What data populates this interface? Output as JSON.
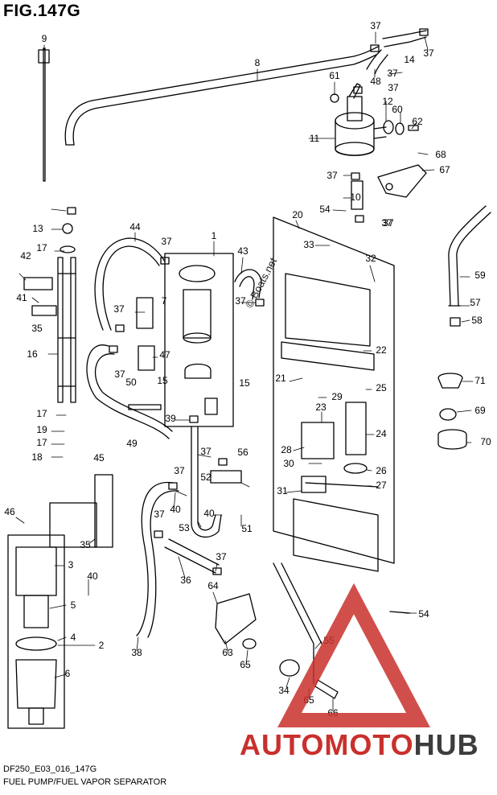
{
  "figure": {
    "title": "FIG.147G",
    "code": "DF250_E03_016_147G",
    "description": "FUEL PUMP/FUEL VAPOR SEPARATOR"
  },
  "watermark": "© Boats.net",
  "logo": {
    "part1": "AUTOMOTO",
    "part2": "HUB",
    "accent_color": "#c9302c",
    "dark_color": "#3d3d3d"
  },
  "callouts": [
    {
      "n": "9"
    },
    {
      "n": "8"
    },
    {
      "n": "37"
    },
    {
      "n": "48"
    },
    {
      "n": "14"
    },
    {
      "n": "37"
    },
    {
      "n": "37"
    },
    {
      "n": "61"
    },
    {
      "n": "37"
    },
    {
      "n": "12"
    },
    {
      "n": "60"
    },
    {
      "n": "62"
    },
    {
      "n": "11"
    },
    {
      "n": "68"
    },
    {
      "n": "37"
    },
    {
      "n": "67"
    },
    {
      "n": "37"
    },
    {
      "n": "10"
    },
    {
      "n": "54"
    },
    {
      "n": "37"
    },
    {
      "n": "20"
    },
    {
      "n": "13"
    },
    {
      "n": "44"
    },
    {
      "n": "1"
    },
    {
      "n": "37"
    },
    {
      "n": "43"
    },
    {
      "n": "33"
    },
    {
      "n": "17"
    },
    {
      "n": "42"
    },
    {
      "n": "32"
    },
    {
      "n": "59"
    },
    {
      "n": "41"
    },
    {
      "n": "37"
    },
    {
      "n": "7"
    },
    {
      "n": "37"
    },
    {
      "n": "57"
    },
    {
      "n": "35"
    },
    {
      "n": "58"
    },
    {
      "n": "16"
    },
    {
      "n": "47"
    },
    {
      "n": "22"
    },
    {
      "n": "37"
    },
    {
      "n": "21"
    },
    {
      "n": "71"
    },
    {
      "n": "50"
    },
    {
      "n": "15"
    },
    {
      "n": "15"
    },
    {
      "n": "25"
    },
    {
      "n": "29"
    },
    {
      "n": "17"
    },
    {
      "n": "39"
    },
    {
      "n": "23"
    },
    {
      "n": "69"
    },
    {
      "n": "19"
    },
    {
      "n": "49"
    },
    {
      "n": "24"
    },
    {
      "n": "17"
    },
    {
      "n": "28"
    },
    {
      "n": "70"
    },
    {
      "n": "18"
    },
    {
      "n": "37"
    },
    {
      "n": "56"
    },
    {
      "n": "30"
    },
    {
      "n": "45"
    },
    {
      "n": "26"
    },
    {
      "n": "37"
    },
    {
      "n": "52"
    },
    {
      "n": "40"
    },
    {
      "n": "31"
    },
    {
      "n": "27"
    },
    {
      "n": "37"
    },
    {
      "n": "46"
    },
    {
      "n": "40"
    },
    {
      "n": "35"
    },
    {
      "n": "53"
    },
    {
      "n": "51"
    },
    {
      "n": "3"
    },
    {
      "n": "37"
    },
    {
      "n": "40"
    },
    {
      "n": "36"
    },
    {
      "n": "64"
    },
    {
      "n": "5"
    },
    {
      "n": "54"
    },
    {
      "n": "4"
    },
    {
      "n": "2"
    },
    {
      "n": "38"
    },
    {
      "n": "55"
    },
    {
      "n": "63"
    },
    {
      "n": "65"
    },
    {
      "n": "6"
    },
    {
      "n": "34"
    },
    {
      "n": "65"
    },
    {
      "n": "66"
    }
  ]
}
